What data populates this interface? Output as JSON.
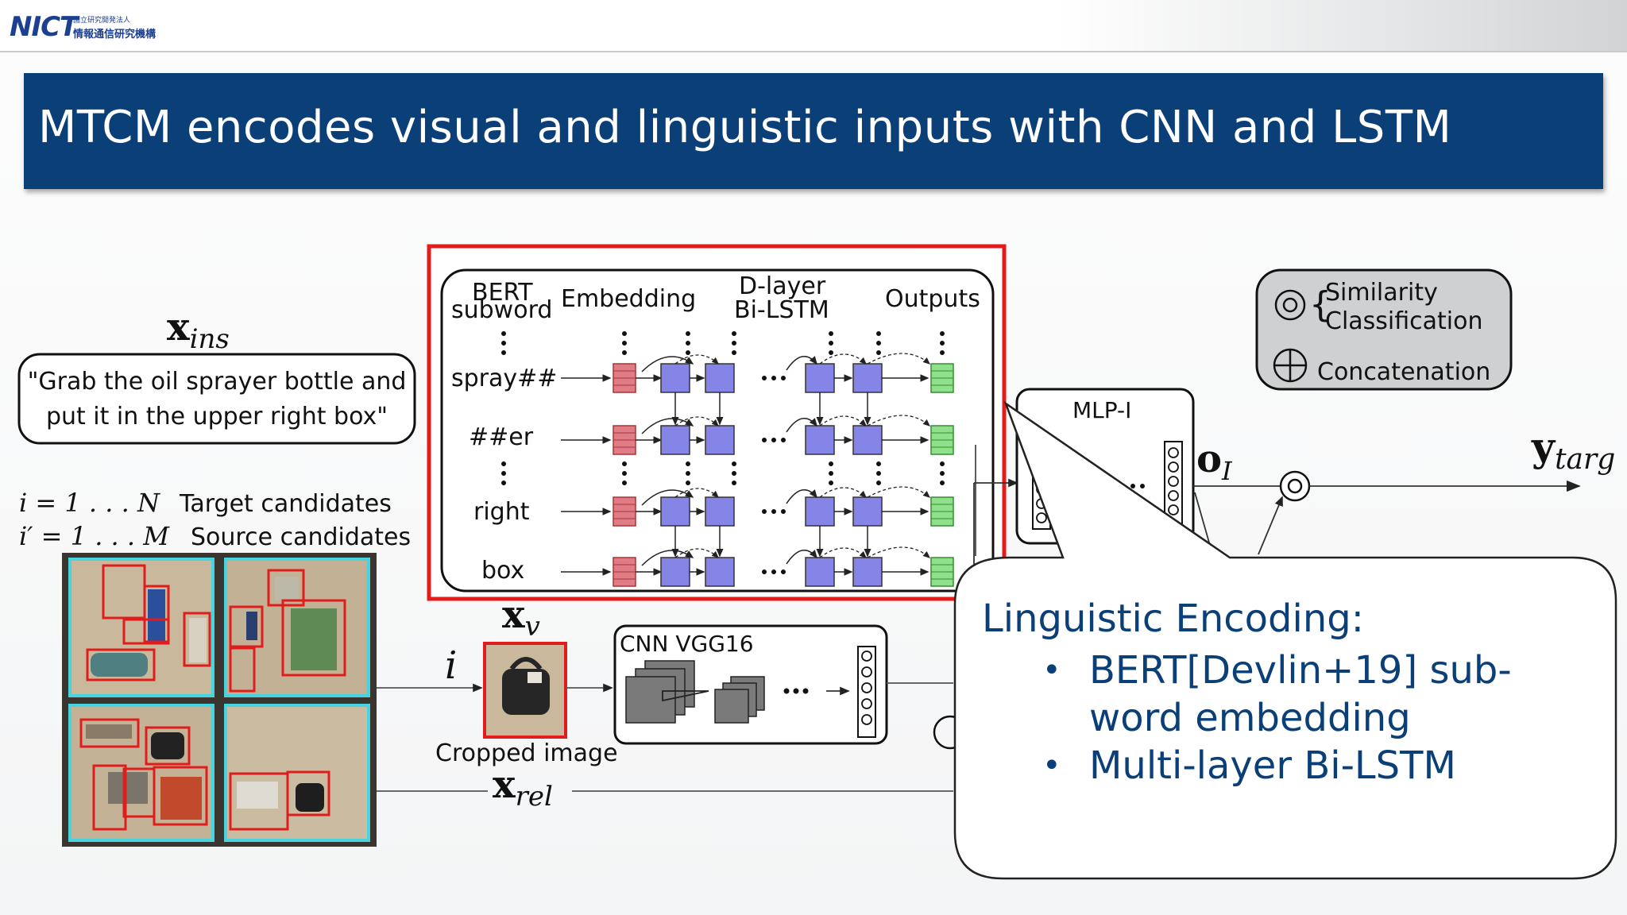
{
  "logo": {
    "main": "NICT",
    "sub_small": "国立研究開発法人",
    "sub_name": "情報通信研究機構"
  },
  "title": "MTCM encodes visual and linguistic inputs with CNN and LSTM",
  "diagram": {
    "x_ins": {
      "bold": "x",
      "sub": "ins"
    },
    "instruction": {
      "line1": "\"Grab the oil sprayer bottle and",
      "line2": "put it in the upper right box\""
    },
    "target_candidates": {
      "math": "i = 1 . . . N",
      "label": "Target candidates"
    },
    "source_candidates": {
      "math": "i′ = 1 . . . M",
      "label": "Source candidates"
    },
    "bert": {
      "col_headers": {
        "bert_line1": "BERT",
        "bert_line2": "subword",
        "embedding": "Embedding",
        "dlayer_line1": "D-layer",
        "dlayer_line2": "Bi-LSTM",
        "outputs": "Outputs"
      },
      "tokens": [
        "spray##",
        "##er",
        "right",
        "box"
      ]
    },
    "legend": {
      "similarity": "Similarity",
      "classification": "Classification",
      "concatenation": "Concatenation"
    },
    "mlp_label": "MLP-I",
    "o_label": {
      "bold": "o",
      "sub": "I"
    },
    "y_label": {
      "bold": "y",
      "sub": "targ"
    },
    "x_v": {
      "bold": "x",
      "sub": "v"
    },
    "i_label": "i",
    "cnn_label": "CNN VGG16",
    "cropped_label": "Cropped image",
    "x_rel": {
      "bold": "x",
      "sub": "rel"
    }
  },
  "callout": {
    "heading": "Linguistic Encoding:",
    "bullets": [
      "BERT[Devlin+19] sub-word embedding",
      "Multi-layer Bi-LSTM"
    ]
  }
}
